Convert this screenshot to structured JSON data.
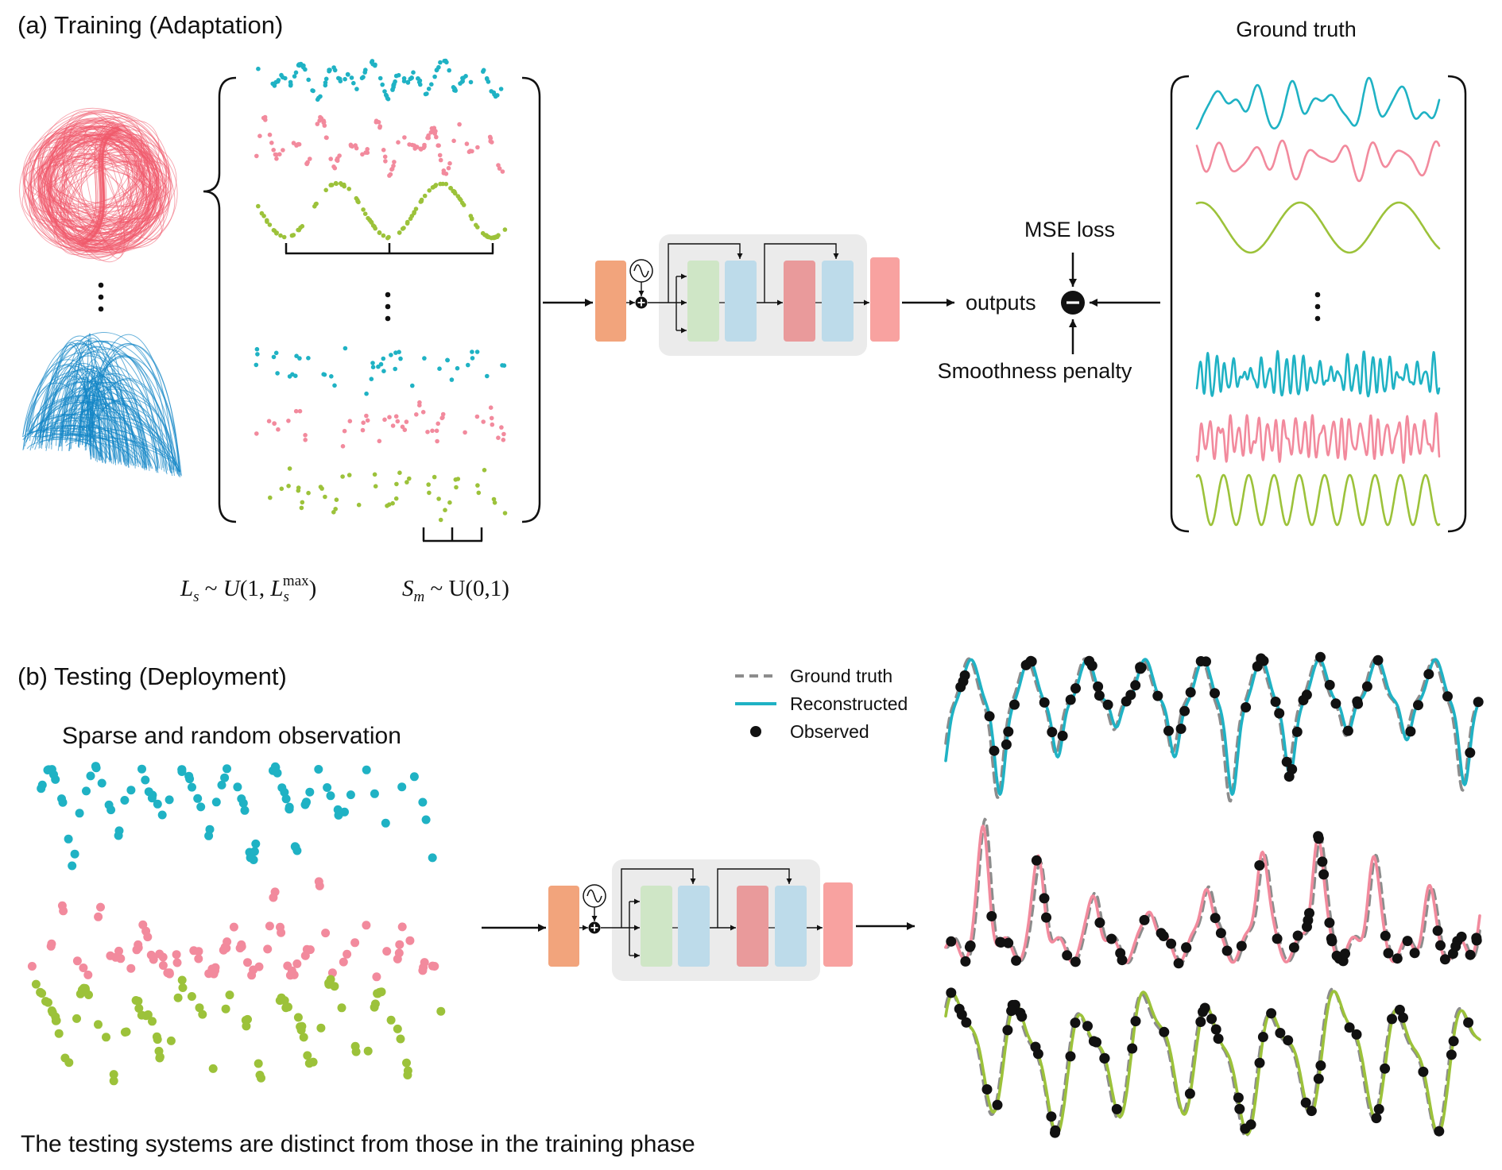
{
  "panel_a": {
    "title": "(a) Training (Adaptation)",
    "ground_truth_heading": "Ground truth",
    "loss": {
      "mse_label": "MSE loss",
      "outputs_label": "outputs",
      "smoothness_label": "Smoothness penalty"
    },
    "segment_length_formula": {
      "lhs": "L",
      "lhs_sub": "s",
      "relation": " ~ ",
      "distribution": "U",
      "args_open": "(1, ",
      "arg": "L",
      "arg_sub": "s",
      "arg_sup": "max",
      "args_close": ")"
    },
    "sparsity_formula": {
      "lhs": "S",
      "lhs_sub": "m",
      "relation": " ~ ",
      "distribution": "U(0,1)"
    }
  },
  "panel_b": {
    "title": "(b) Testing (Deployment)",
    "observation_caption": "Sparse and random observation",
    "legend": {
      "ground_truth": "Ground truth",
      "reconstructed": "Reconstructed",
      "observed": "Observed"
    },
    "footer": "The testing systems are distinct from those in the training phase"
  },
  "icons": {
    "activation": "sine-wave-icon",
    "sum": "plus-icon",
    "combine": "minus-icon",
    "more": "vertical-ellipsis-icon"
  },
  "colors": {
    "teal": "#1fb2c4",
    "pink": "#f28a9d",
    "green": "#9cc23a",
    "attractor_red": "#f05a6b",
    "attractor_blue": "#1386c6",
    "encoder": "#f2a47c",
    "block_green": "#cfe6c6",
    "block_blue": "#bddbea",
    "block_red": "#e99a9b",
    "decoder": "#f8a2a0",
    "panel_gray": "#ebebeb",
    "ground_truth_dash": "#8c8c8c",
    "observed_dot": "#111111",
    "ink": "#111111"
  }
}
